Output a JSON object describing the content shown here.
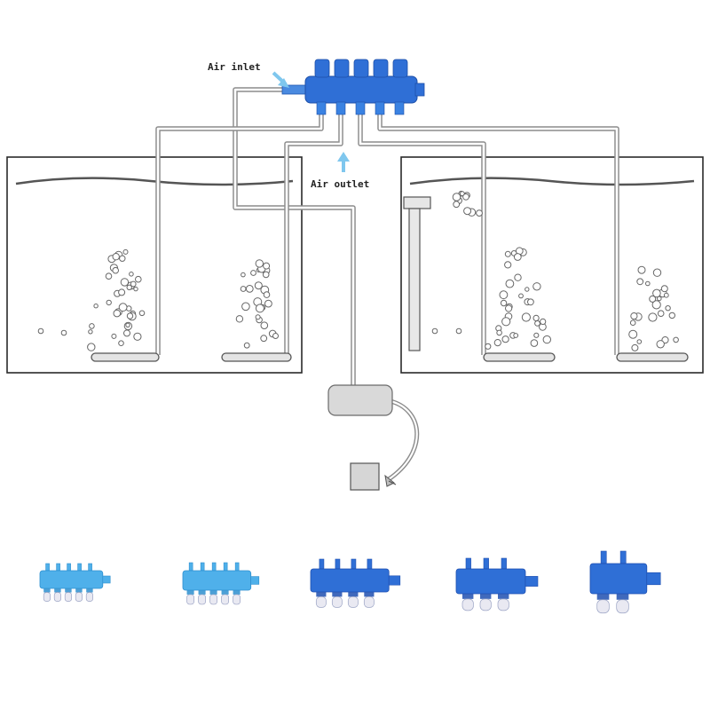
{
  "labels": {
    "air_inlet": "Air inlet",
    "air_outlet": "Air outlet"
  },
  "colors": {
    "manifold_blue": "#2f6fd6",
    "manifold_light_blue": "#4fb0ea",
    "arrow_blue": "#7fc7ee",
    "valve_tip": "#e9e9f2",
    "tank_line": "#2a2a2a",
    "tube_gray": "#8c8c8c",
    "pump_gray": "#d9d9d9"
  },
  "icons": {
    "manifold": "manifold-icon",
    "air_pump": "air-pump-icon",
    "power_plug": "power-plug-icon",
    "air_stone": "air-stone-icon",
    "heater": "heater-icon"
  },
  "products": [
    {
      "outlets": 5,
      "style": "light-blue"
    },
    {
      "outlets": 5,
      "style": "light-blue"
    },
    {
      "outlets": 4,
      "style": "dark-blue"
    },
    {
      "outlets": 3,
      "style": "dark-blue"
    },
    {
      "outlets": 2,
      "style": "dark-blue"
    }
  ]
}
